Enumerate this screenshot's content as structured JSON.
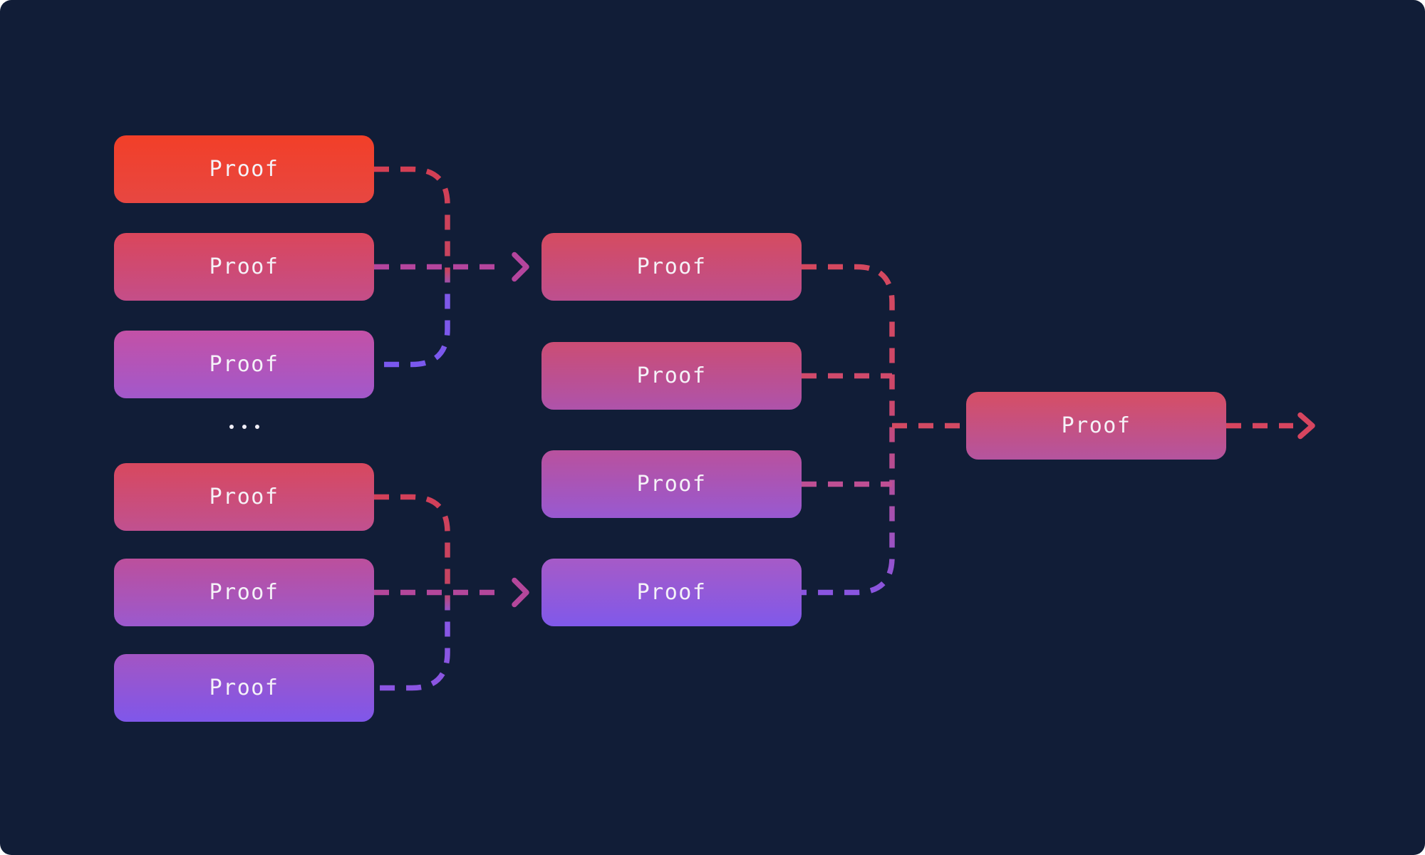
{
  "background_color": "#111d37",
  "text_color": "#f5f2f8",
  "left_column": {
    "top_group": [
      {
        "label": "Proof",
        "gradient": {
          "from": "#f23f28",
          "to": "#e74742"
        }
      },
      {
        "label": "Proof",
        "gradient": {
          "from": "#da465b",
          "to": "#c44e89"
        }
      },
      {
        "label": "Proof",
        "gradient": {
          "from": "#c351a6",
          "to": "#a258cb"
        }
      }
    ],
    "ellipsis": "...",
    "bottom_group": [
      {
        "label": "Proof",
        "gradient": {
          "from": "#d8485e",
          "to": "#c05190"
        }
      },
      {
        "label": "Proof",
        "gradient": {
          "from": "#bc4f9c",
          "to": "#9b59ce"
        }
      },
      {
        "label": "Proof",
        "gradient": {
          "from": "#a355c3",
          "to": "#7f57ea"
        }
      }
    ]
  },
  "middle_column": [
    {
      "label": "Proof",
      "gradient": {
        "from": "#d54b60",
        "to": "#bd4f8f"
      }
    },
    {
      "label": "Proof",
      "gradient": {
        "from": "#cb4d74",
        "to": "#ae53ab"
      }
    },
    {
      "label": "Proof",
      "gradient": {
        "from": "#b9519d",
        "to": "#9859d1"
      }
    },
    {
      "label": "Proof",
      "gradient": {
        "from": "#a65ac7",
        "to": "#8059ea"
      }
    }
  ],
  "final_box": {
    "label": "Proof",
    "gradient": {
      "from": "#d64e64",
      "to": "#b4549f"
    }
  },
  "connectors": {
    "top_trunk": {
      "c0": "#d33f54",
      "c1": "#c64561",
      "c2": "#7e58e8",
      "c3": "#7a58ee"
    },
    "top_line": "#b4459d",
    "mid_trunk": {
      "c0": "#d4485f",
      "c1": "#cd4769",
      "c2": "#ad4fa3",
      "c3": "#8a55e0"
    },
    "mid_line_m2": "#d04a6b",
    "mid_line_m3": "#bf4f94",
    "mid_output_line": "#d24a63",
    "bottom_trunk": {
      "c0": "#d24059",
      "c1": "#c44563",
      "c2": "#8757e4",
      "c3": "#8b55e2"
    },
    "bottom_line": "#b4479b",
    "final_arrow": "#d6455f"
  }
}
